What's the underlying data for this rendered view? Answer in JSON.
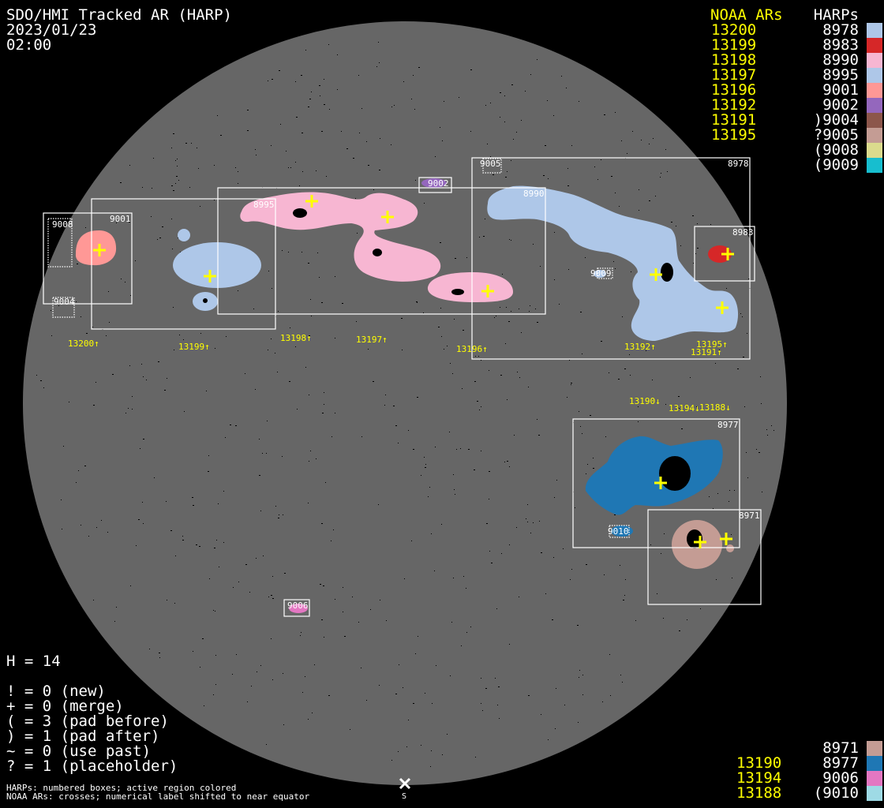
{
  "header": {
    "title": "SDO/HMI Tracked AR (HARP)",
    "date": "2023/01/23",
    "time": "02:00"
  },
  "legend_top": {
    "noaa_header": "NOAA ARs",
    "harp_header": "HARPs",
    "rows": [
      {
        "noaa": "13200",
        "harp": "8978",
        "color": "#aec7e8"
      },
      {
        "noaa": "13199",
        "harp": "8983",
        "color": "#d62728"
      },
      {
        "noaa": "13198",
        "harp": "8990",
        "color": "#f7b6d2"
      },
      {
        "noaa": "13197",
        "harp": "8995",
        "color": "#aec7e8"
      },
      {
        "noaa": "13196",
        "harp": "9001",
        "color": "#ff9896"
      },
      {
        "noaa": "13192",
        "harp": "9002",
        "color": "#9467bd"
      },
      {
        "noaa": "13191",
        "harp": ")9004",
        "color": "#8c564b"
      },
      {
        "noaa": "13195",
        "harp": "?9005",
        "color": "#c49c94"
      },
      {
        "noaa": "",
        "harp": "(9008",
        "color": "#dbdb8d"
      },
      {
        "noaa": "",
        "harp": "(9009",
        "color": "#17becf"
      }
    ]
  },
  "legend_bottom": {
    "rows": [
      {
        "noaa": "",
        "harp": "8971",
        "color": "#c49c94"
      },
      {
        "noaa": "13190",
        "harp": "8977",
        "color": "#1f77b4"
      },
      {
        "noaa": "13194",
        "harp": "9006",
        "color": "#e377c2"
      },
      {
        "noaa": "13188",
        "harp": "(9010",
        "color": "#9edae5"
      }
    ]
  },
  "stats": {
    "h": "H = 14",
    "lines": [
      "! = 0 (new)",
      "+ = 0 (merge)",
      "( = 3 (pad before)",
      ") = 1 (pad after)",
      "~ = 0 (use past)",
      "? = 1 (placeholder)"
    ]
  },
  "footnote": {
    "line1": "HARPs: numbered boxes; active region colored",
    "line2": "NOAA ARs: crosses; numerical label shifted to near equator"
  },
  "disk": {
    "south_marker": "S",
    "harp_boxes": {
      "b9008": "9008",
      "b9004": "9004",
      "b9001": "9001",
      "b8995": "8995",
      "b8990": "8990",
      "b9002": "9002",
      "b8978": "8978",
      "b9005": "9005",
      "b8983": "8983",
      "b9009": "9009",
      "b8977": "8977",
      "b8971": "8971",
      "b9010": "9010",
      "b9006": "9006"
    },
    "noaa_labels": {
      "n13200": "13200↑",
      "n13199": "13199↑",
      "n13198": "13198↑",
      "n13197": "13197↑",
      "n13196": "13196↑",
      "n13192": "13192↑",
      "n13195": "13195↑",
      "n13191": "13191↑",
      "n13190": "13190↓",
      "n13194": "13194↓",
      "n13188": "13188↓"
    }
  }
}
